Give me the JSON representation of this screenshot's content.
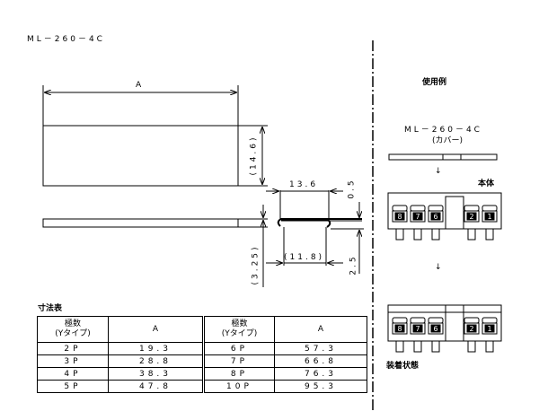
{
  "title": "ML－260－4C",
  "drawing": {
    "dim_a": "A",
    "dim_height": "(14.6)",
    "dim_width_outer": "13.6",
    "dim_width_inner": "(11.8)",
    "dim_thickness": "0.5",
    "dim_overall_height": "(3.25)",
    "dim_hook": "2.5"
  },
  "usage": {
    "heading": "使用例",
    "cover_model": "ML－260－4C",
    "cover_label": "(カバー)",
    "body_label": "本体",
    "arrow": "↓",
    "mounted_label": "装着状態",
    "terminal_numbers": [
      "8",
      "7",
      "6",
      "2",
      "1"
    ]
  },
  "table": {
    "title": "寸法表",
    "headers": [
      "極数\n(Yタイプ)",
      "A",
      "極数\n(Yタイプ)",
      "A"
    ],
    "rows": [
      [
        "2P",
        "19.3",
        "6P",
        "57.3"
      ],
      [
        "3P",
        "28.8",
        "7P",
        "66.8"
      ],
      [
        "4P",
        "38.3",
        "8P",
        "76.3"
      ],
      [
        "5P",
        "47.8",
        "10P",
        "95.3"
      ]
    ]
  }
}
